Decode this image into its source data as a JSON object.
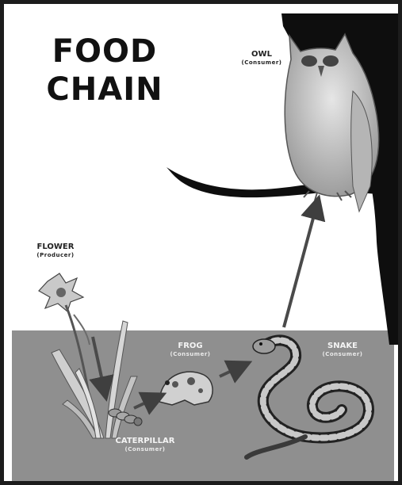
{
  "title": {
    "line1": "FOOD",
    "line2": "CHAIN"
  },
  "organisms": [
    {
      "id": "owl",
      "name": "OWL",
      "role": "(Consumer)"
    },
    {
      "id": "flower",
      "name": "FLOWER",
      "role": "(Producer)"
    },
    {
      "id": "frog",
      "name": "FROG",
      "role": "(Consumer)"
    },
    {
      "id": "snake",
      "name": "SNAKE",
      "role": "(Consumer)"
    },
    {
      "id": "caterpillar",
      "name": "CATERPILLAR",
      "role": "(Consumer)"
    }
  ],
  "links": [
    {
      "from": "flower",
      "to": "caterpillar"
    },
    {
      "from": "caterpillar",
      "to": "frog"
    },
    {
      "from": "frog",
      "to": "snake"
    },
    {
      "from": "snake",
      "to": "owl"
    }
  ],
  "colors": {
    "ground": "#8f8f8f",
    "sky": "#ffffff",
    "arrow": "#4a4a4a",
    "branch": "#0e0e0e"
  }
}
